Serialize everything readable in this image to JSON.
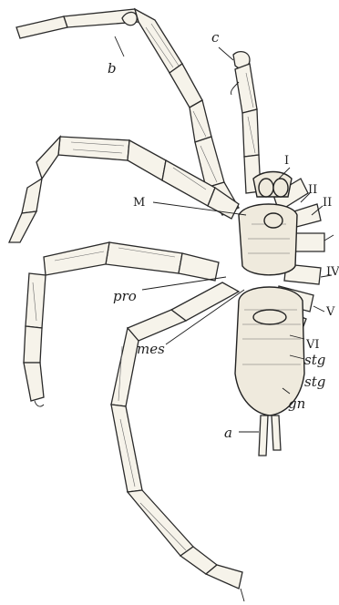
{
  "figure": {
    "labels": {
      "b": "b",
      "c": "c",
      "I": "I",
      "II": "II",
      "III": "II",
      "M": "M",
      "IV": "IV",
      "V": "V",
      "VI": "VI",
      "pro": "pro",
      "mes": "mes",
      "stg1": "stg",
      "stg2": "stg",
      "gn": "gn",
      "a": "a"
    }
  }
}
